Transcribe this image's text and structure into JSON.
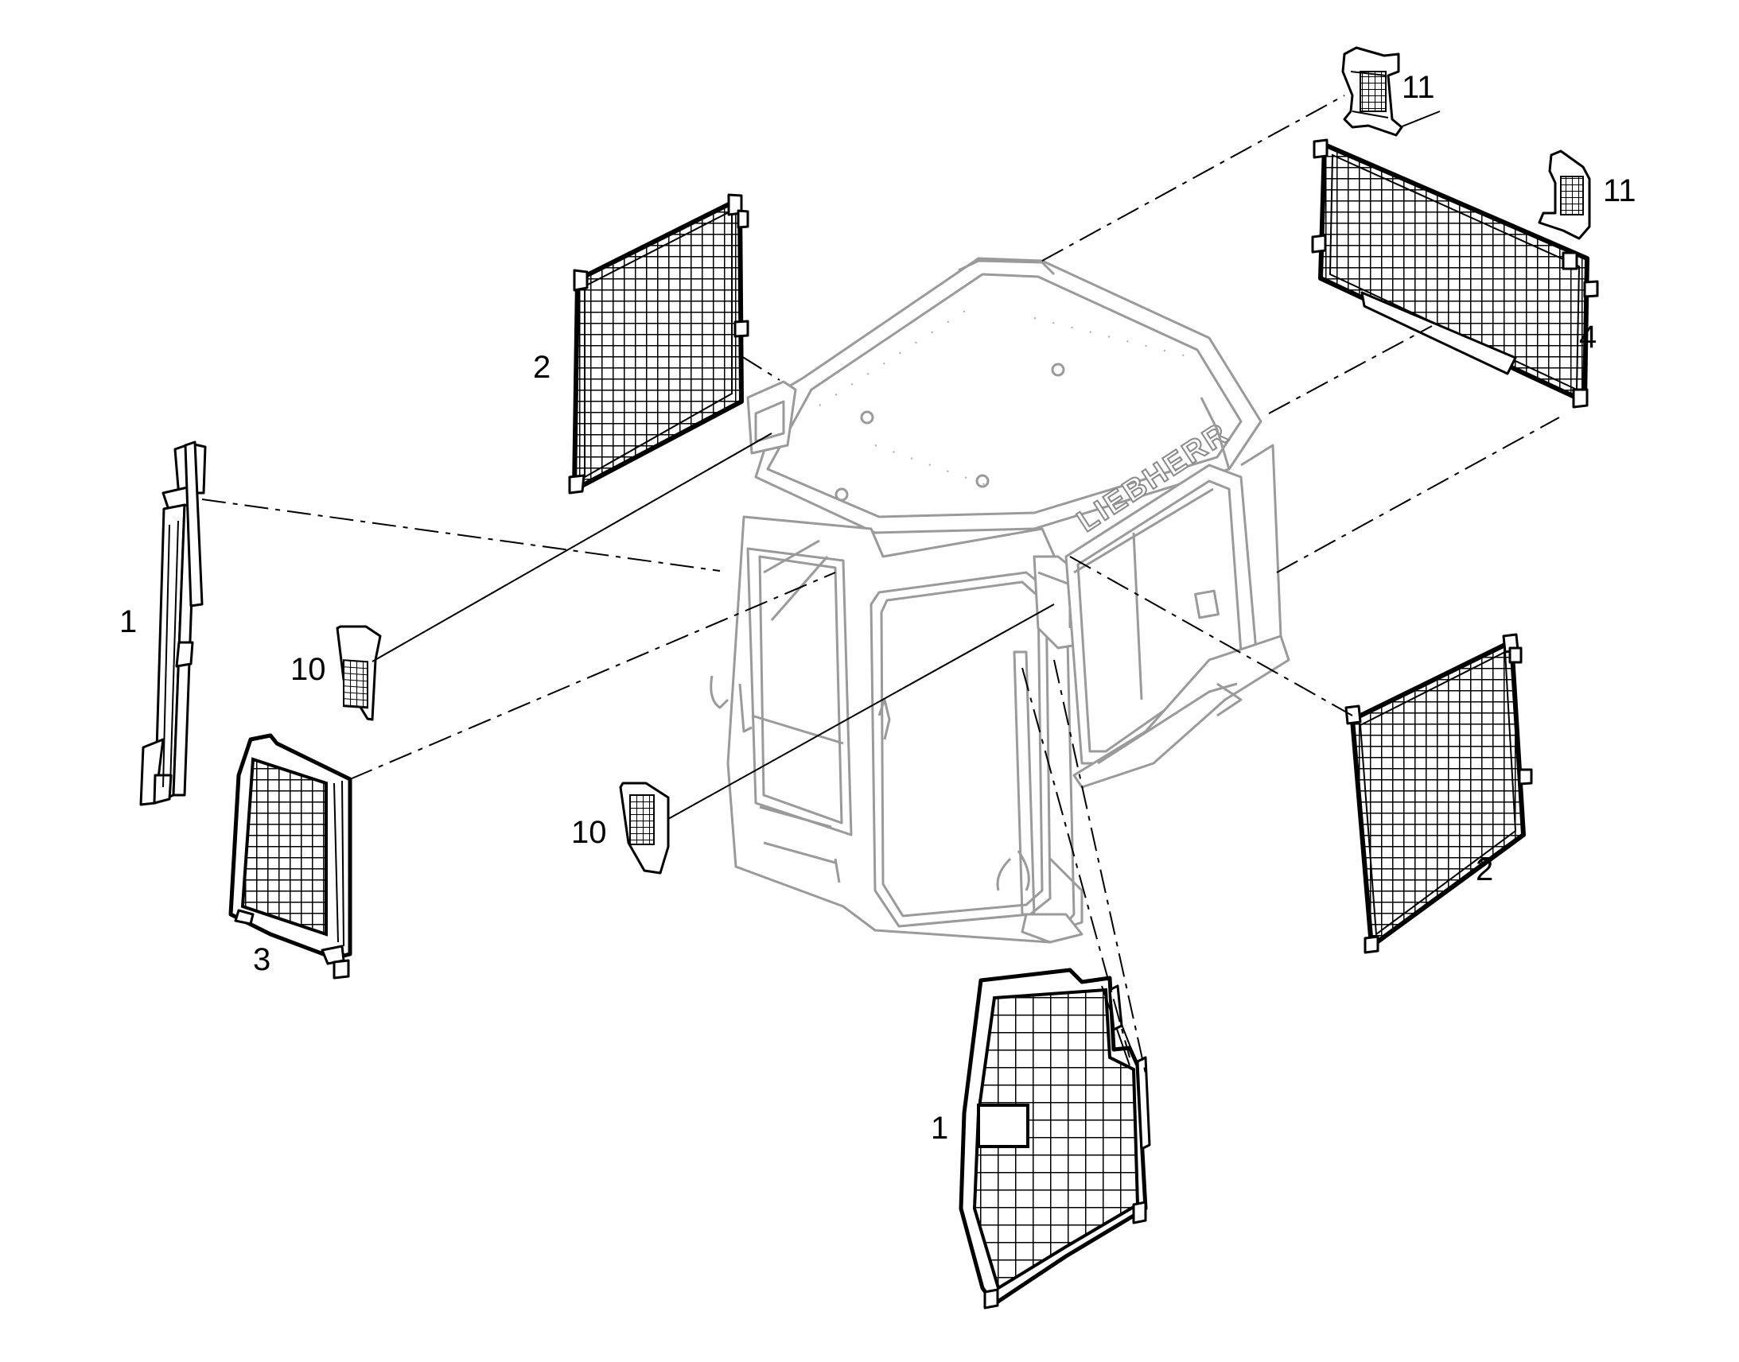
{
  "diagram": {
    "cab_logo_text": "LIEBHERR",
    "callouts": {
      "side_rail_left": "1",
      "front_screen": "1",
      "screen_upper_left": "2",
      "screen_right": "2",
      "screen_lower_left": "3",
      "rear_screen": "4",
      "cover_upper": "10",
      "cover_lower": "10",
      "bracket_top": "11",
      "bracket_right": "11"
    }
  }
}
